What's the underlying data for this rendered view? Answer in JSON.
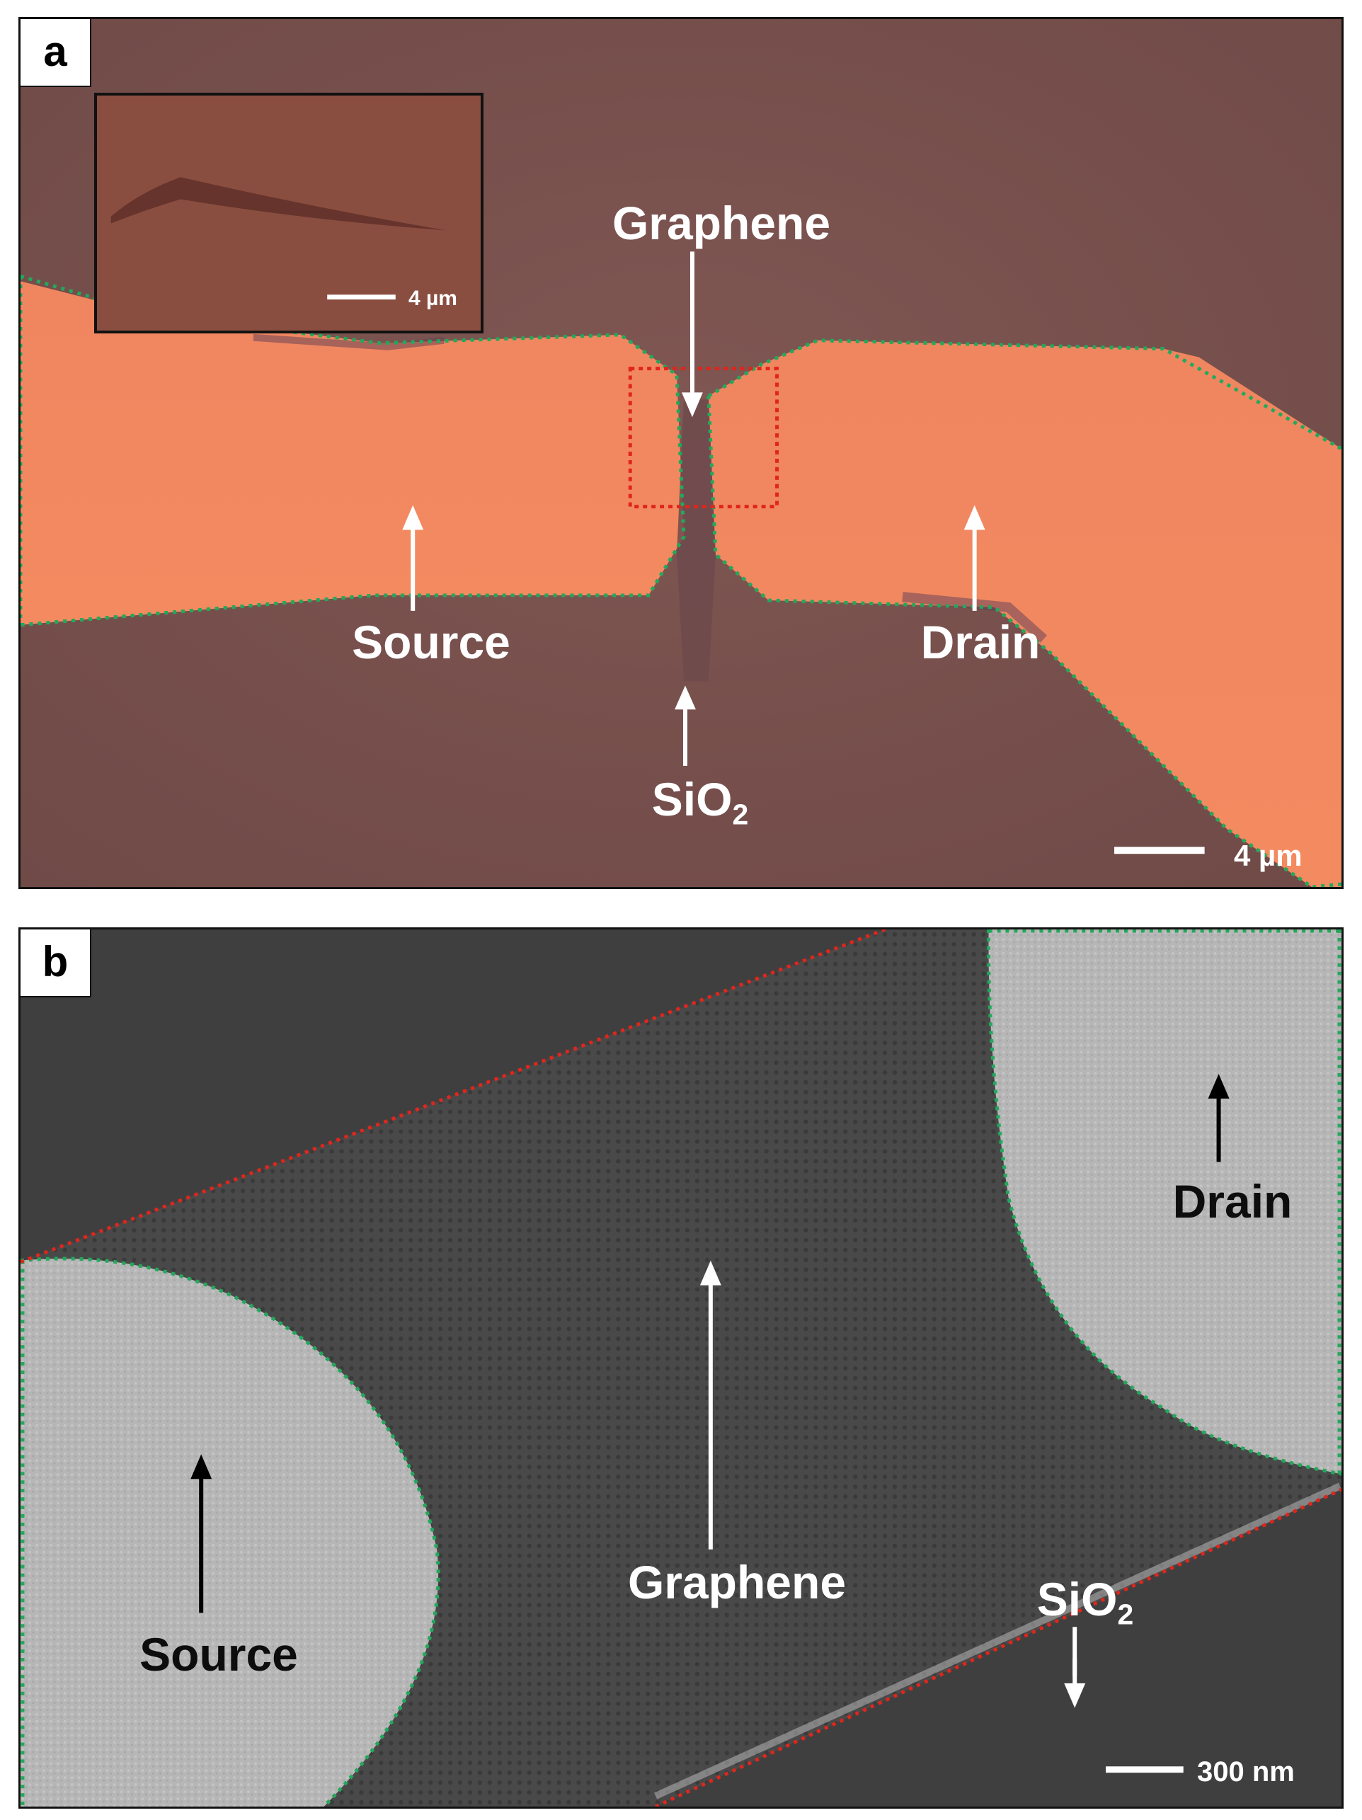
{
  "panel_a": {
    "label": "a",
    "graphene": "Graphene",
    "source": "Source",
    "drain": "Drain",
    "sio2_base": "SiO",
    "sio2_sub": "2",
    "scale": "4 µm",
    "inset_scale": "4 µm"
  },
  "panel_b": {
    "label": "b",
    "graphene": "Graphene",
    "source": "Source",
    "drain": "Drain",
    "sio2_base": "SiO",
    "sio2_sub": "2",
    "scale": "300 nm"
  },
  "colors": {
    "substrate_optical": "#7d5350",
    "electrode_optical": "#f2875f",
    "outline_green": "#22a95c",
    "outline_red": "#e0261c",
    "sem_dark": "#474747",
    "sem_light": "#b9b9b9"
  }
}
